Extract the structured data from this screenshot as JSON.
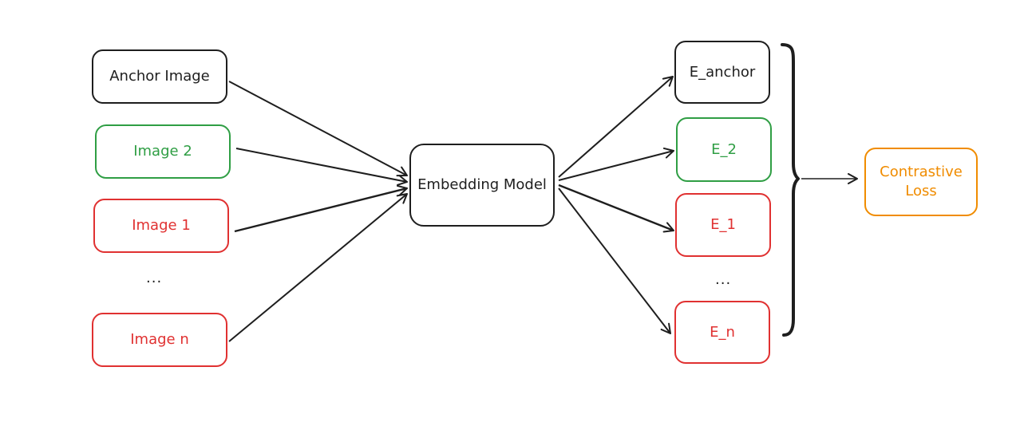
{
  "inputs": {
    "anchor_label": "Anchor Image",
    "image2_label": "Image 2",
    "image1_label": "Image 1",
    "ellipsis": "...",
    "imagen_label": "Image n"
  },
  "model": {
    "label": "Embedding Model"
  },
  "embeddings": {
    "eanchor_label": "E_anchor",
    "e2_label": "E_2",
    "e1_label": "E_1",
    "ellipsis": "...",
    "en_label": "E_n"
  },
  "loss": {
    "label": "Contrastive Loss"
  },
  "colors": {
    "stroke": "#1e1e1e",
    "anchor": "#1e1e1e",
    "positive": "#2f9e44",
    "negative": "#e03131",
    "loss": "#f08c00"
  }
}
